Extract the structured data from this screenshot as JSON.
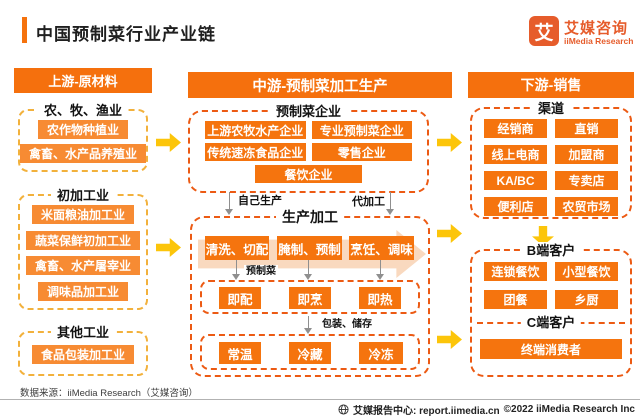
{
  "title": "中国预制菜行业产业链",
  "logo": {
    "glyph": "艾",
    "name": "艾媒咨询",
    "subtitle": "iiMedia Research"
  },
  "colors": {
    "orange": "#f5720d",
    "orange_light": "#f78b33",
    "gold_arrow": "#fcc50a",
    "dashed_gold": "#f2b13c",
    "dashed_orange": "#ec5a13",
    "peach_arrow": "#f9d9bf"
  },
  "upstream": {
    "header": "上游-原材料",
    "groups": [
      {
        "label": "农、牧、渔业",
        "items": [
          "农作物种植业",
          "禽畜、水产品养殖业"
        ]
      },
      {
        "label": "初加工业",
        "items": [
          "米面粮油加工业",
          "蔬菜保鲜初加工业",
          "禽畜、水产屠宰业",
          "调味品加工业"
        ]
      },
      {
        "label": "其他工业",
        "items": [
          "食品包装加工业"
        ]
      }
    ]
  },
  "midstream": {
    "header": "中游-预制菜加工生产",
    "enterprises": {
      "label": "预制菜企业",
      "items": [
        "上游农牧水产企业",
        "专业预制菜企业",
        "传统速冻食品企业",
        "零售企业",
        "餐饮企业"
      ]
    },
    "flow": {
      "self_label": "自己生产",
      "oem_label": "代加工"
    },
    "production": {
      "label": "生产加工",
      "steps": [
        "清洗、切配",
        "腌制、预制",
        "烹饪、调味"
      ],
      "premade_label": "预制菜",
      "types": [
        "即配",
        "即烹",
        "即热"
      ],
      "package_label": "包装、储存",
      "storage": [
        "常温",
        "冷藏",
        "冷冻"
      ]
    }
  },
  "downstream": {
    "header": "下游-销售",
    "channels": {
      "label": "渠道",
      "items": [
        "经销商",
        "直销",
        "线上电商",
        "加盟商",
        "KA/BC",
        "专卖店",
        "便利店",
        "农贸市场"
      ]
    },
    "b_customers": {
      "label": "B端客户",
      "items": [
        "连锁餐饮",
        "小型餐饮",
        "团餐",
        "乡厨"
      ]
    },
    "c_customers": {
      "label": "C端客户",
      "items": [
        "终端消费者"
      ]
    }
  },
  "footer": {
    "source": "数据来源：iiMedia Research（艾媒咨询）",
    "report": "艾媒报告中心: report.iimedia.cn",
    "copyright": "©2022  iiMedia Research Inc"
  }
}
